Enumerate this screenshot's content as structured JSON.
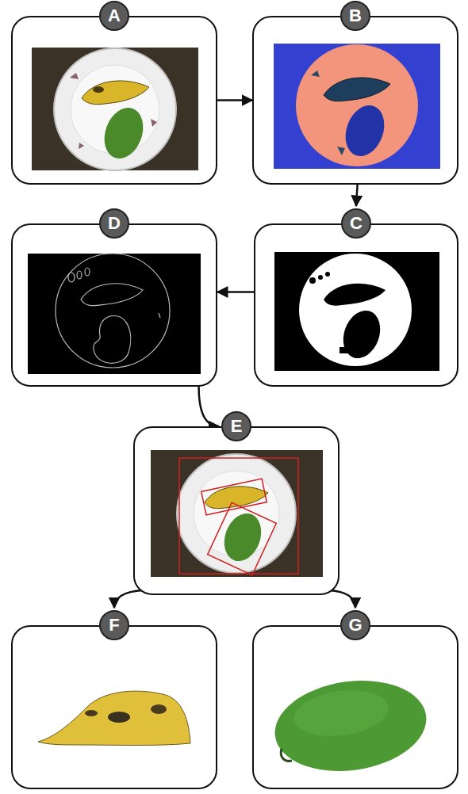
{
  "diagram": {
    "nodes": [
      {
        "text": [
          "A"
        ]
      },
      {
        "text": [
          "B"
        ]
      },
      {
        "text": [
          "C"
        ]
      },
      {
        "text": [
          "D"
        ]
      },
      {
        "text": [
          "E"
        ]
      },
      {
        "text": [
          "F"
        ]
      },
      {
        "text": [
          "G"
        ]
      }
    ],
    "edges": [
      {
        "from": 0,
        "to": 1,
        "arrow": "to"
      },
      {
        "from": 1,
        "to": 2,
        "arrow": "to"
      },
      {
        "from": 2,
        "to": 3,
        "arrow": "to"
      },
      {
        "from": 3,
        "to": 4,
        "arrow": "to"
      },
      {
        "from": 4,
        "to": 5,
        "arrow": "to"
      },
      {
        "from": 4,
        "to": 6,
        "arrow": "to"
      }
    ]
  }
}
